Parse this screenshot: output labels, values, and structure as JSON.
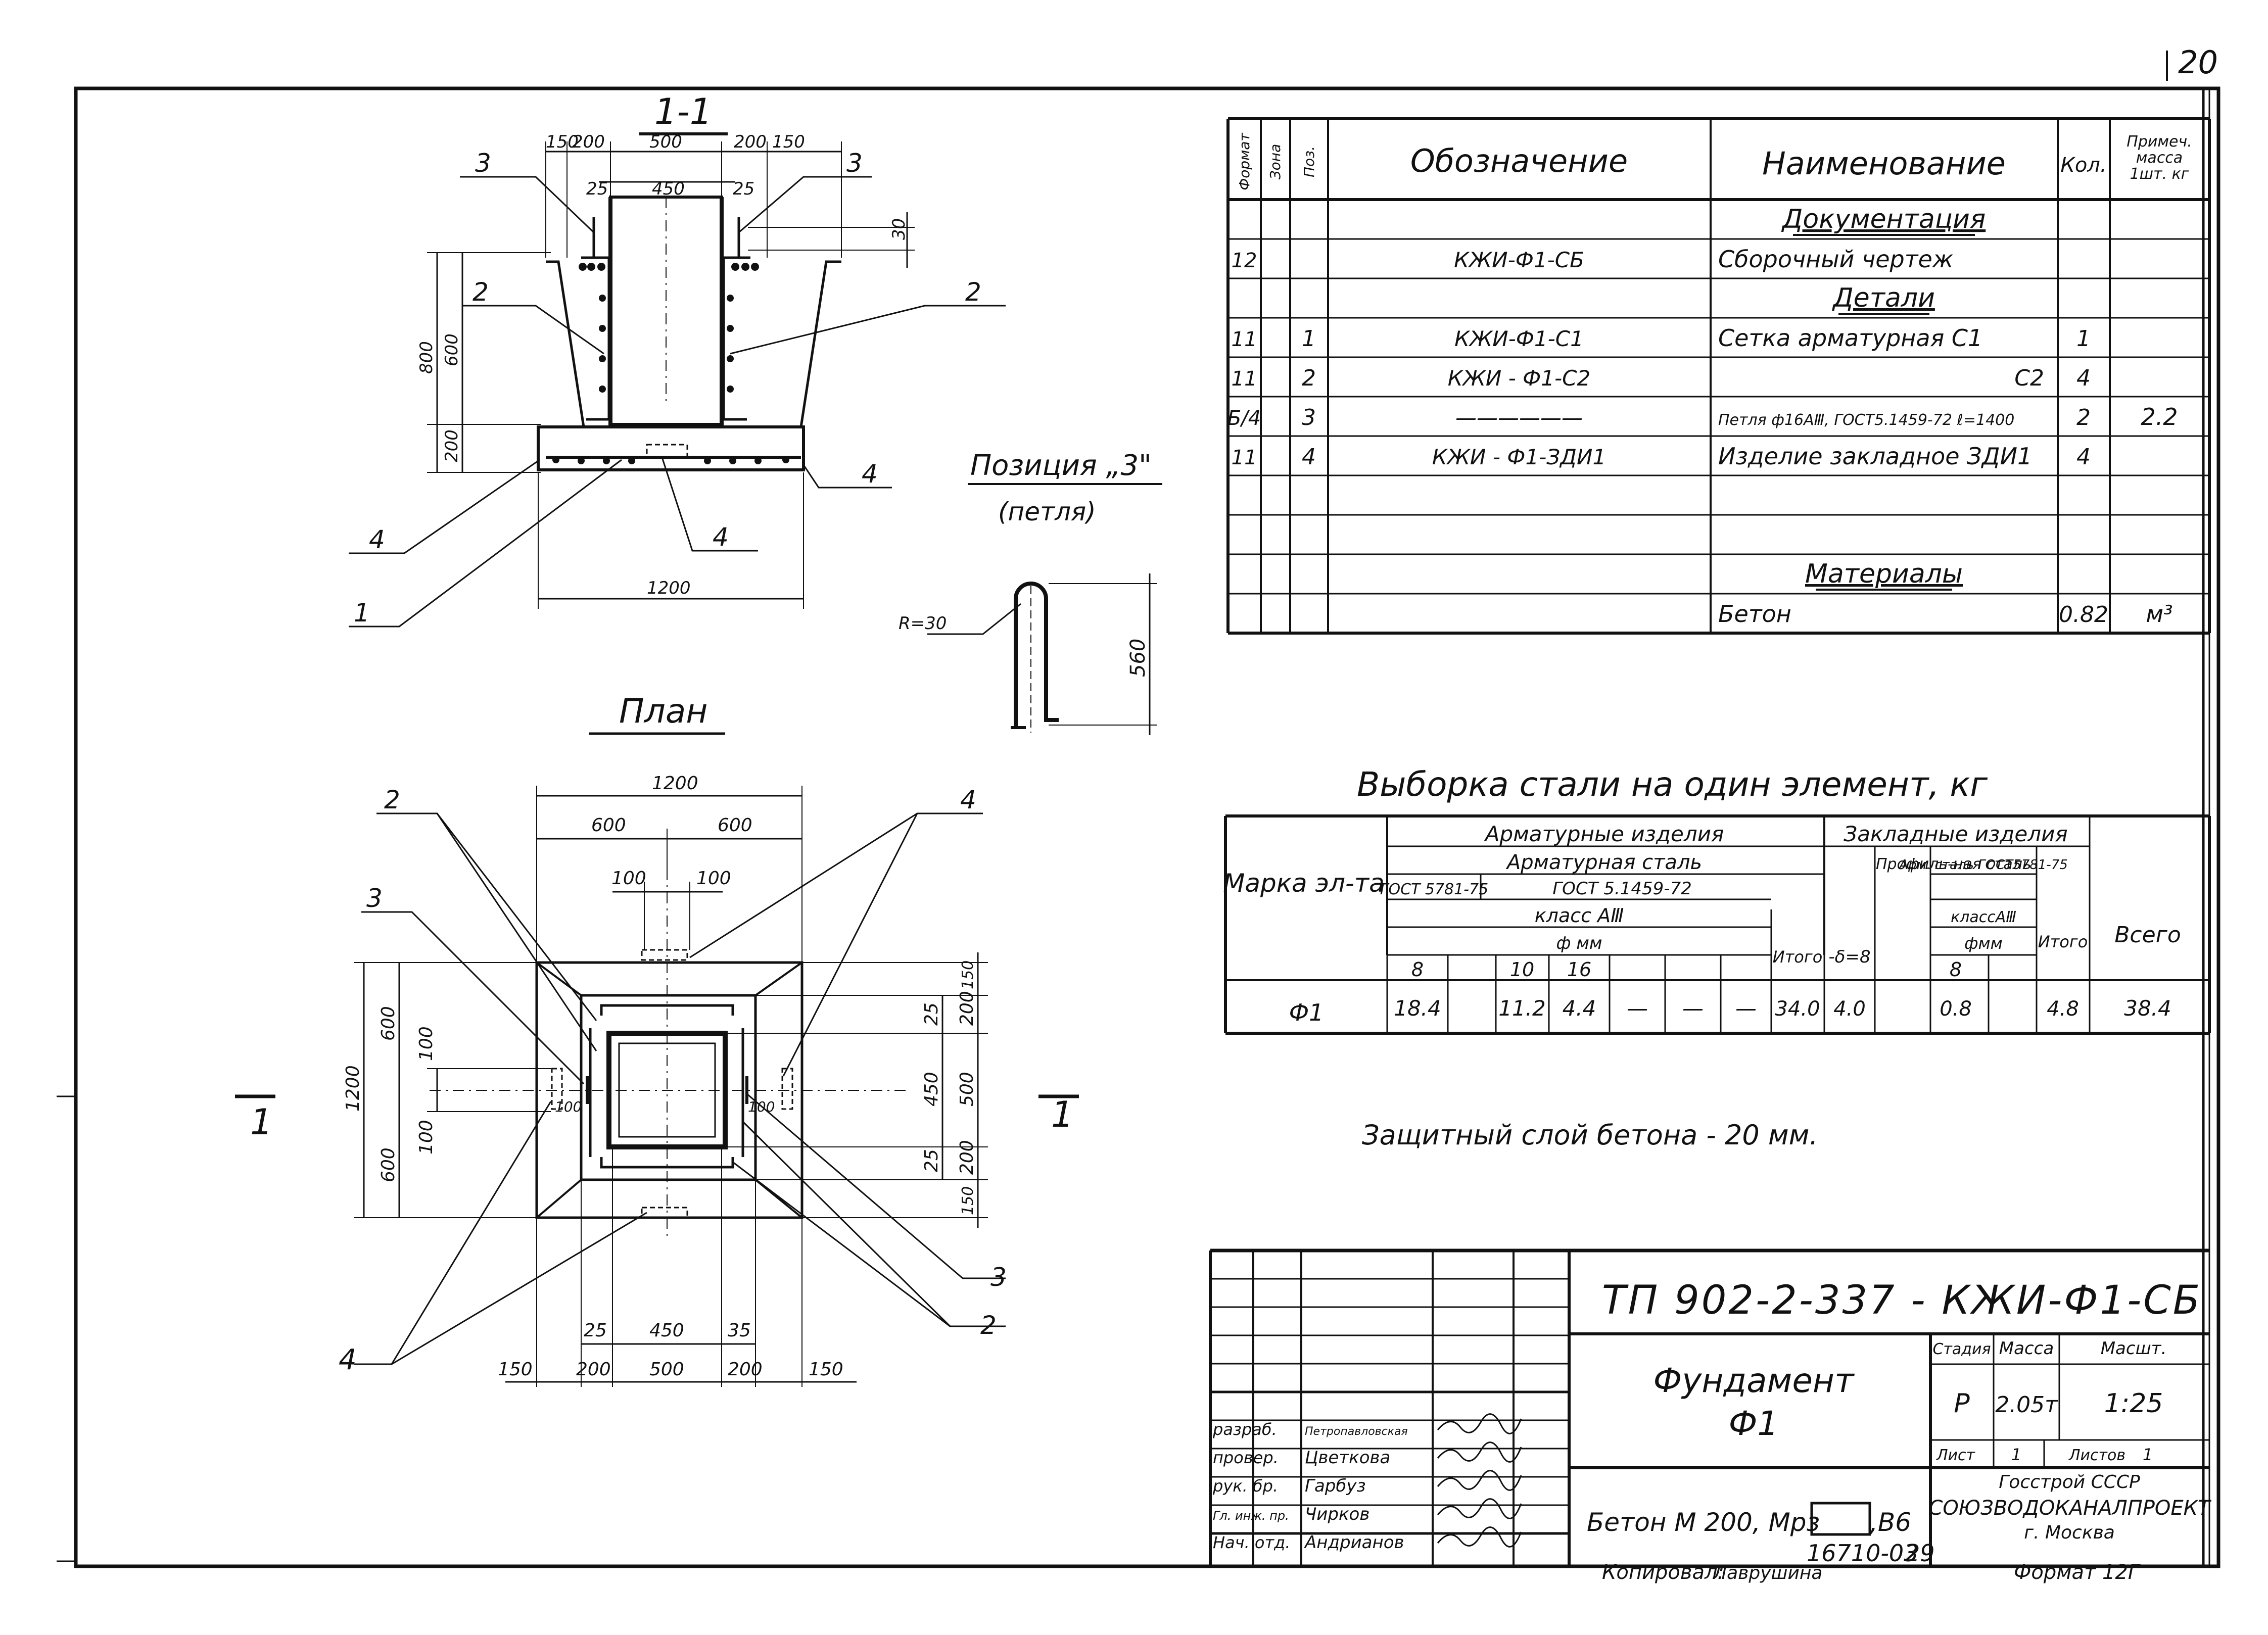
{
  "page_number": "20",
  "section": {
    "title": "1-1",
    "marks": [
      "3",
      "3",
      "2",
      "2",
      "4",
      "4",
      "4",
      "1"
    ],
    "dims": {
      "top_row": [
        "150",
        "200",
        "500",
        "200",
        "150"
      ],
      "second_row": [
        "25",
        "450",
        "25"
      ],
      "top_right": "30",
      "left_outer": "800",
      "left_upper": "600",
      "left_lower": "200",
      "bottom": "1200"
    }
  },
  "position3": {
    "title": "Позиция „3\"",
    "subtitle": "(петля)",
    "radius": "R=30",
    "height": "560"
  },
  "plan": {
    "title": "План",
    "cut_left": "1",
    "cut_right": "1",
    "marks": [
      "2",
      "4",
      "3",
      "4",
      "3",
      "2"
    ],
    "dims": {
      "top_total": "1200",
      "top_halves": [
        "600",
        "600"
      ],
      "top_small": [
        "100",
        "100"
      ],
      "left_outer": "1200",
      "left_halves": [
        "600",
        "600"
      ],
      "left_small": [
        "100",
        "100"
      ],
      "inner_100_left": "100",
      "inner_100_right": "100",
      "right_col1": [
        "25",
        "450",
        "25"
      ],
      "right_col2": [
        "150",
        "200",
        "500",
        "200",
        "150"
      ],
      "bottom_row1": [
        "25",
        "450",
        "35"
      ],
      "bottom_row2": [
        "150",
        "200",
        "500",
        "200",
        "150"
      ]
    }
  },
  "spec": {
    "headers": {
      "format": "Формат",
      "zone": "Зона",
      "pos": "Поз.",
      "designation": "Обозначение",
      "name": "Наименование",
      "qty": "Кол.",
      "note": "Примеч. масса 1шт. кг"
    },
    "rows": [
      {
        "format": "",
        "zone": "",
        "pos": "",
        "designation": "",
        "name": "Документация",
        "qty": "",
        "note": "",
        "heading": true
      },
      {
        "format": "12",
        "zone": "",
        "pos": "",
        "designation": "КЖИ-Ф1-СБ",
        "name": "Сборочный чертеж",
        "qty": "",
        "note": "",
        "heading": false
      },
      {
        "format": "",
        "zone": "",
        "pos": "",
        "designation": "",
        "name": "Детали",
        "qty": "",
        "note": "",
        "heading": true
      },
      {
        "format": "11",
        "zone": "",
        "pos": "1",
        "designation": "КЖИ-Ф1-С1",
        "name": "Сетка арматурная С1",
        "qty": "1",
        "note": "",
        "heading": false
      },
      {
        "format": "11",
        "zone": "",
        "pos": "2",
        "designation": "КЖИ - Ф1-С2",
        "name": "С2",
        "qty": "4",
        "note": "",
        "heading": false
      },
      {
        "format": "Б/4",
        "zone": "",
        "pos": "3",
        "designation": "——————",
        "name": "Петля ф16АⅢ, ГОСТ5.1459-72 ℓ=1400",
        "qty": "2",
        "note": "2.2",
        "heading": false
      },
      {
        "format": "11",
        "zone": "",
        "pos": "4",
        "designation": "КЖИ - Ф1-ЗДИ1",
        "name": "Изделие закладное ЗДИ1",
        "qty": "4",
        "note": "",
        "heading": false
      },
      {
        "format": "",
        "zone": "",
        "pos": "",
        "designation": "",
        "name": "",
        "qty": "",
        "note": "",
        "heading": false
      },
      {
        "format": "",
        "zone": "",
        "pos": "",
        "designation": "",
        "name": "",
        "qty": "",
        "note": "",
        "heading": false
      },
      {
        "format": "",
        "zone": "",
        "pos": "",
        "designation": "",
        "name": "Материалы",
        "qty": "",
        "note": "",
        "heading": true
      },
      {
        "format": "",
        "zone": "",
        "pos": "",
        "designation": "",
        "name": "Бетон",
        "qty": "0.82",
        "note": "м³",
        "heading": false
      }
    ]
  },
  "steel": {
    "title": "Выборка стали на один элемент, кг",
    "h_mark": "Марка эл-та",
    "h_arm_products": "Арматурные изделия",
    "h_arm_steel": "Арматурная сталь",
    "h_gost1": "ГОСТ 5781-75",
    "h_gost2": "ГОСТ 5.1459-72",
    "h_class": "класс АⅢ",
    "h_phi": "ф мм",
    "h_diams": [
      "8",
      "",
      "10",
      "16",
      "",
      "",
      ""
    ],
    "h_itogo1": "Итого",
    "h_embedded": "Закладные изделия",
    "h_profile": "Профиль-ная сталь",
    "h_delta": "-δ=8",
    "h_arm_steel2": "Арм. сталь ГОСТ5781-75",
    "h_class2": "классАⅢ",
    "h_phimm2": "фмм",
    "h_diam2": "8",
    "h_itogo2": "Итого",
    "h_total": "Всего",
    "row": {
      "mark": "Ф1",
      "vals": [
        "18.4",
        "",
        "11.2",
        "4.4",
        "—",
        "—",
        "—"
      ],
      "itogo1": "34.0",
      "delta": "4.0",
      "blank": "",
      "arm8": "0.8",
      "blank2": "",
      "itogo2": "4.8",
      "total": "38.4"
    }
  },
  "note_protective": "Защитный слой бетона - 20 мм.",
  "title_block": {
    "code": "ТП 902-2-337 - КЖИ-Ф1-СБ",
    "name_line1": "Фундамент",
    "name_line2": "Ф1",
    "concrete": "Бетон М 200, Мрз",
    "concrete_tail": ",В6",
    "stage_h": "Стадия",
    "mass_h": "Масса",
    "scale_h": "Масшт.",
    "stage": "Р",
    "mass": "2.05т",
    "scale": "1:25",
    "sheet_h": "Лист",
    "sheet": "1",
    "sheets_h": "Листов",
    "sheets": "1",
    "org1": "Госстрой СССР",
    "org2": "СОЮЗВОДОКАНАЛПРОЕКТ",
    "org3": "г. Москва",
    "people": [
      {
        "role": "разраб.",
        "name": "Петропавловская"
      },
      {
        "role": "провер.",
        "name": "Цветкова"
      },
      {
        "role": "рук. бр.",
        "name": "Гарбуз"
      },
      {
        "role": "Гл. инж. пр.",
        "name": "Чирков"
      },
      {
        "role": "Нач. отд.",
        "name": "Андрианов"
      }
    ]
  },
  "footer": {
    "copied": "Копировал:",
    "copier": "Лаврушина",
    "number": "16710-03",
    "page": "29",
    "format": "Формат 12Г"
  }
}
